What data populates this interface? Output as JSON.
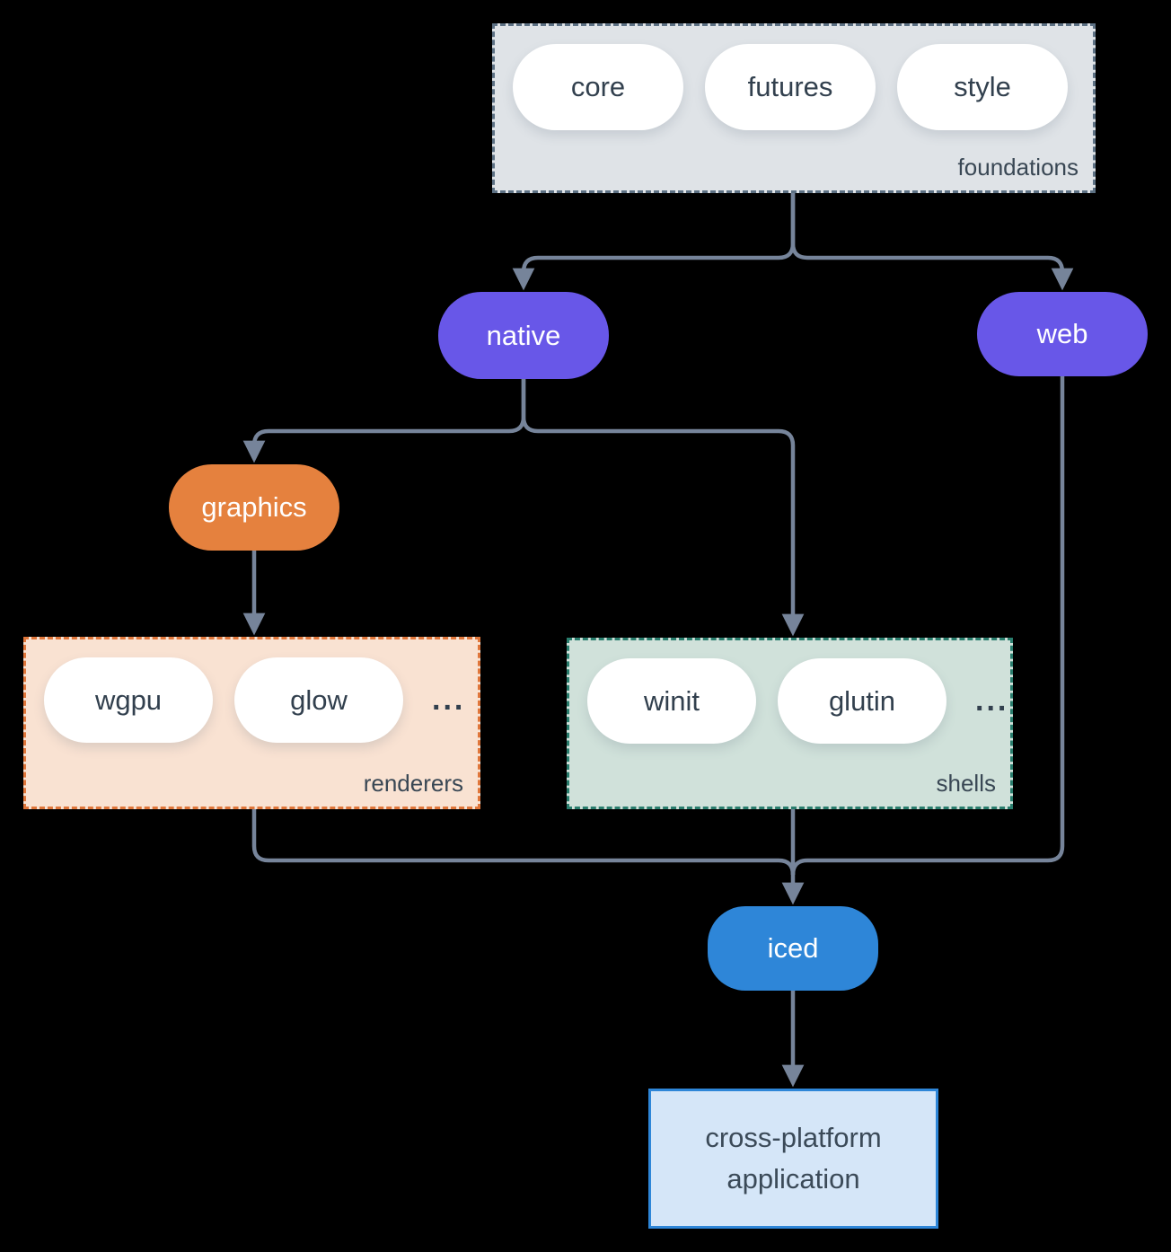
{
  "diagram": {
    "background_color": "#000000",
    "connector_color": "#76849a",
    "groups": {
      "foundations": {
        "label": "foundations",
        "bg": "#dfe3e7",
        "border": "#5d7184",
        "pills": [
          "core",
          "futures",
          "style"
        ]
      },
      "renderers": {
        "label": "renderers",
        "bg": "#f9e2d2",
        "border": "#e0763a",
        "pills": [
          "wgpu",
          "glow"
        ],
        "ellipsis": "..."
      },
      "shells": {
        "label": "shells",
        "bg": "#d0e1da",
        "border": "#297d6d",
        "pills": [
          "winit",
          "glutin"
        ],
        "ellipsis": "..."
      }
    },
    "nodes": {
      "native": {
        "label": "native",
        "bg": "#6857e8"
      },
      "web": {
        "label": "web",
        "bg": "#6857e8"
      },
      "graphics": {
        "label": "graphics",
        "bg": "#e5813e"
      },
      "iced": {
        "label": "iced",
        "bg": "#2e86d8"
      }
    },
    "application": {
      "line1": "cross-platform",
      "line2": "application",
      "bg": "#d5e6f8",
      "border": "#2e86d8"
    },
    "edges": [
      "foundations -> native",
      "foundations -> web",
      "native -> graphics",
      "native -> shells",
      "graphics -> renderers",
      "renderers -> iced",
      "shells -> iced",
      "web -> iced",
      "iced -> cross-platform application"
    ]
  }
}
